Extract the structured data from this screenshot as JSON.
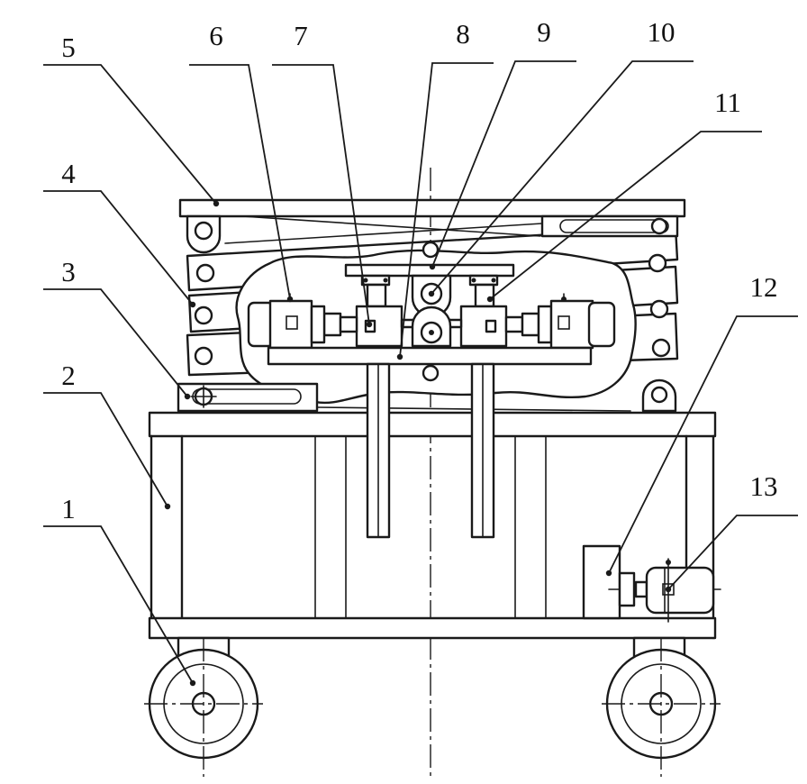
{
  "figure": {
    "callouts": [
      {
        "id": "1",
        "text": "1"
      },
      {
        "id": "2",
        "text": "2"
      },
      {
        "id": "3",
        "text": "3"
      },
      {
        "id": "4",
        "text": "4"
      },
      {
        "id": "5",
        "text": "5"
      },
      {
        "id": "6",
        "text": "6"
      },
      {
        "id": "7",
        "text": "7"
      },
      {
        "id": "8",
        "text": "8"
      },
      {
        "id": "9",
        "text": "9"
      },
      {
        "id": "10",
        "text": "10"
      },
      {
        "id": "11",
        "text": "11"
      },
      {
        "id": "12",
        "text": "12"
      },
      {
        "id": "13",
        "text": "13"
      }
    ]
  }
}
